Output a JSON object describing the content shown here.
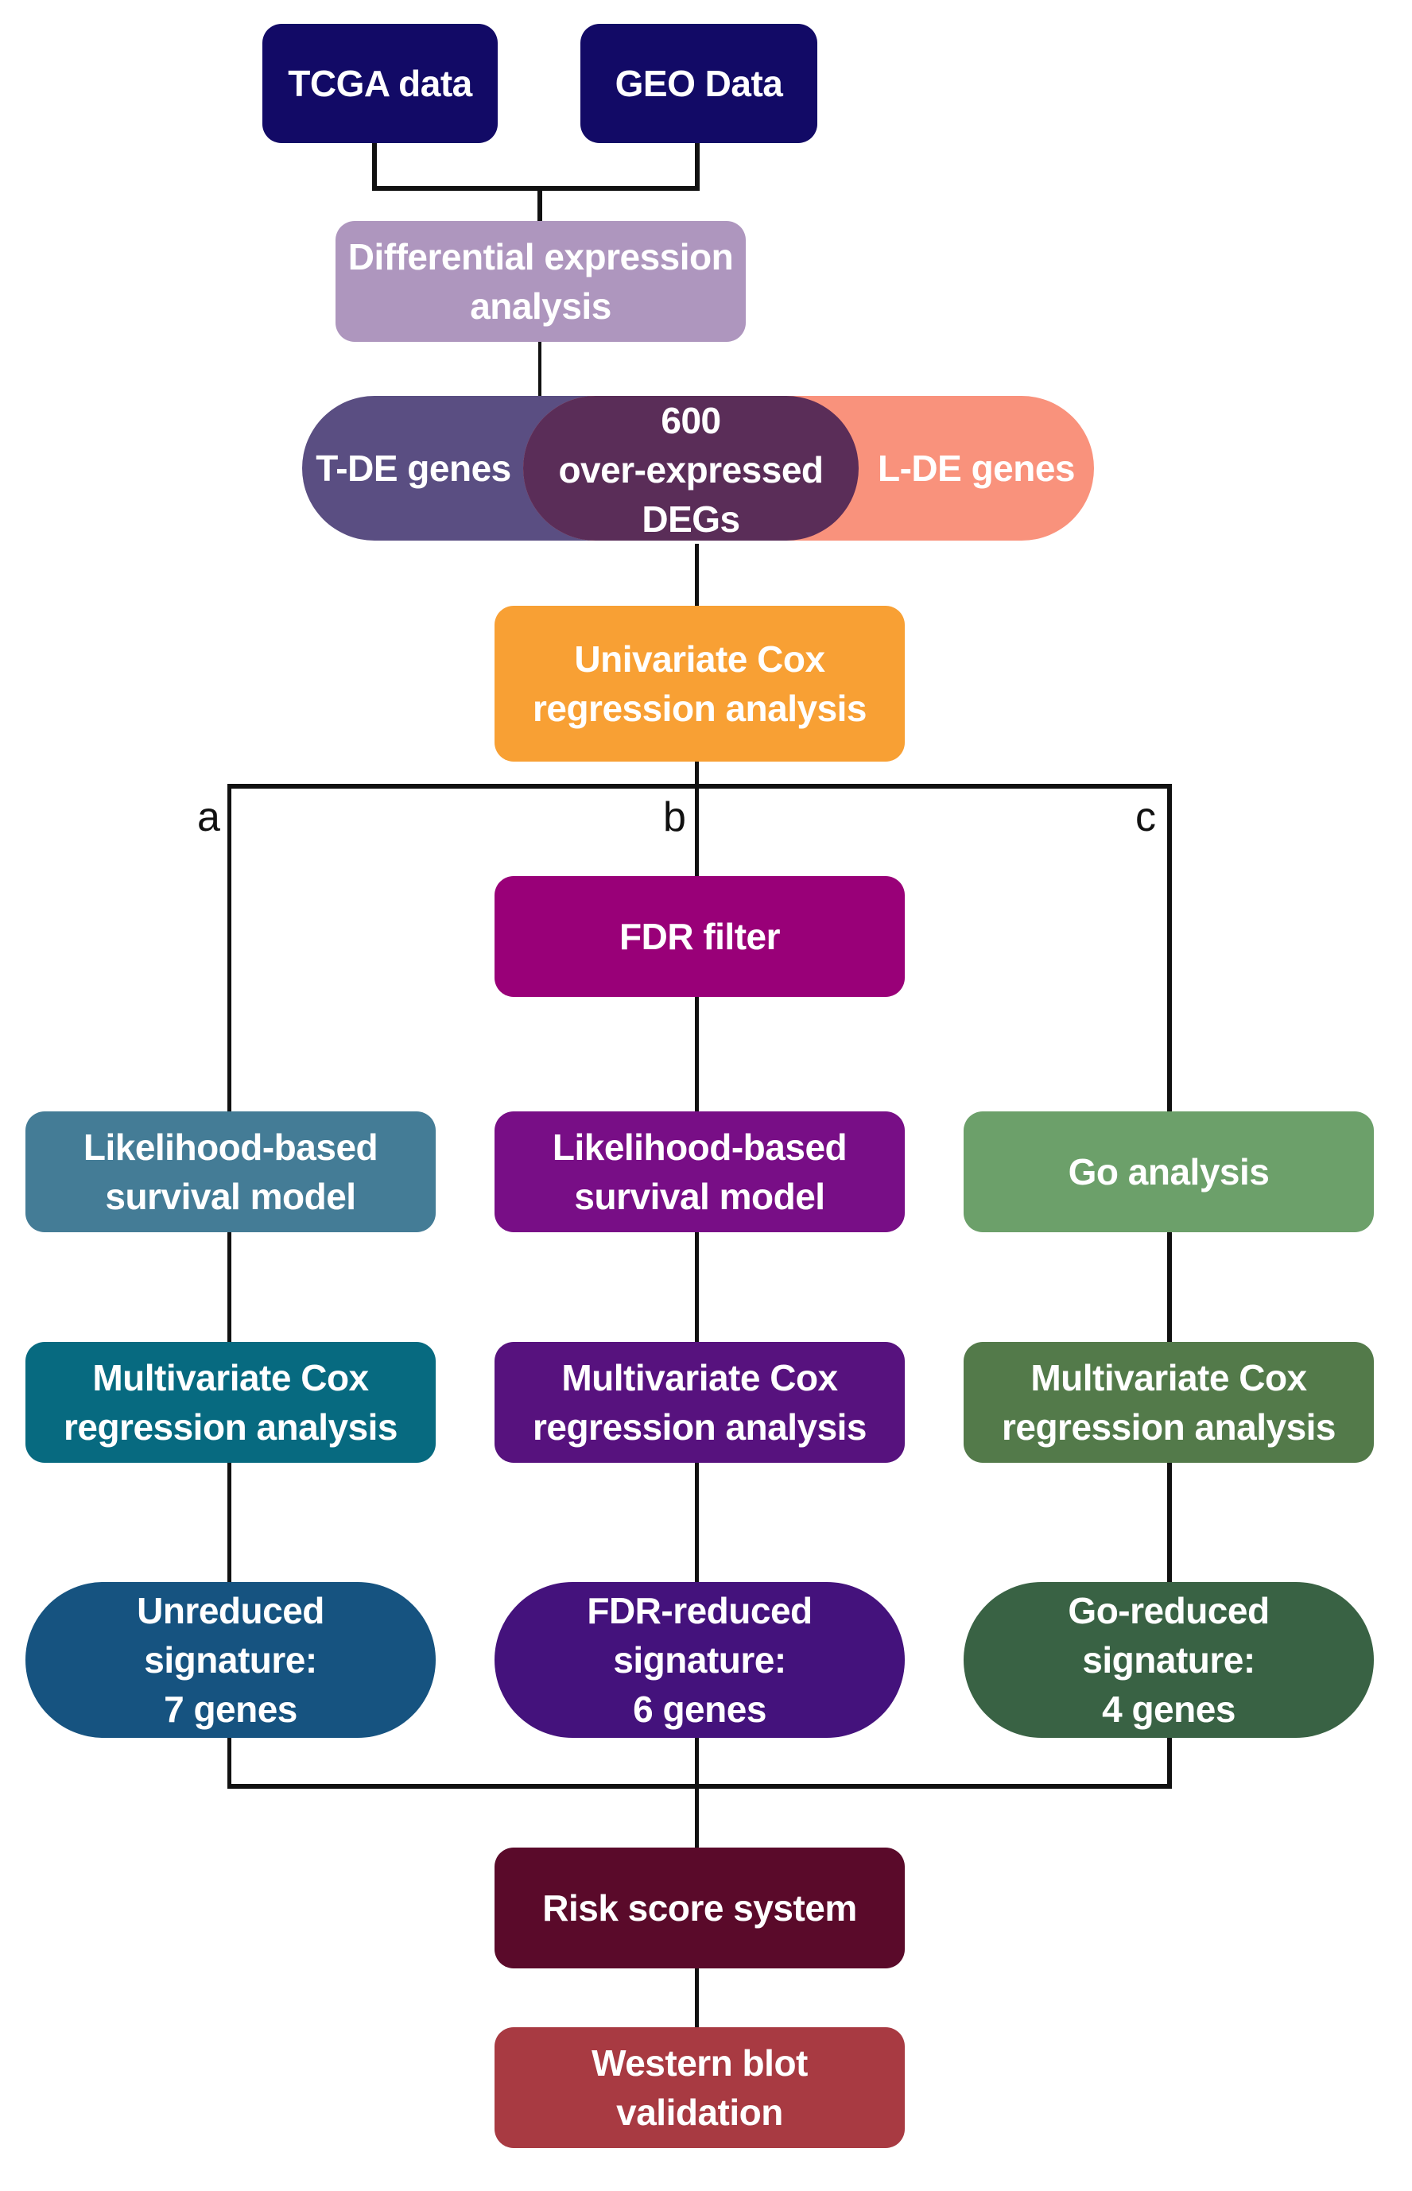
{
  "nodes": {
    "tcga": "TCGA data",
    "geo": "GEO Data",
    "diff_expr": [
      "Differential expression",
      "analysis"
    ],
    "t_de": "T-DE genes",
    "l_de": "L-DE genes",
    "overlap": [
      "600",
      "over-expressed",
      "DEGs"
    ],
    "univariate": [
      "Univariate Cox",
      "regression analysis"
    ],
    "fdr_filter": "FDR filter",
    "likelihood_a": [
      "Likelihood-based",
      "survival model"
    ],
    "likelihood_b": [
      "Likelihood-based",
      "survival model"
    ],
    "go_analysis": "Go analysis",
    "multivariate_a": [
      "Multivariate Cox",
      "regression analysis"
    ],
    "multivariate_b": [
      "Multivariate Cox",
      "regression analysis"
    ],
    "multivariate_c": [
      "Multivariate Cox",
      "regression analysis"
    ],
    "sig_a": [
      "Unreduced",
      "signature:",
      "7 genes"
    ],
    "sig_b": [
      "FDR-reduced",
      "signature:",
      "6 genes"
    ],
    "sig_c": [
      "Go-reduced",
      "signature:",
      "4 genes"
    ],
    "risk_score": "Risk score system",
    "western_blot": "Western blot validation"
  },
  "branch_labels": {
    "a": "a",
    "b": "b",
    "c": "c"
  },
  "colors": {
    "tcga": "#120a66",
    "geo": "#120a66",
    "diff_expr": "#ae96be",
    "t_de": "#5a4e82",
    "overlap": "#5a2d58",
    "l_de": "#f9927c",
    "univariate": "#f8a034",
    "fdr_filter": "#990078",
    "likelihood_a": "#447c96",
    "likelihood_b": "#780e86",
    "go_analysis": "#6ca06a",
    "multivariate_a": "#076a80",
    "multivariate_b": "#57127e",
    "multivariate_c": "#537a4a",
    "sig_a": "#165380",
    "sig_b": "#44127c",
    "sig_c": "#396244",
    "risk_score": "#5a0a2a",
    "western_blot": "#a83a42"
  }
}
